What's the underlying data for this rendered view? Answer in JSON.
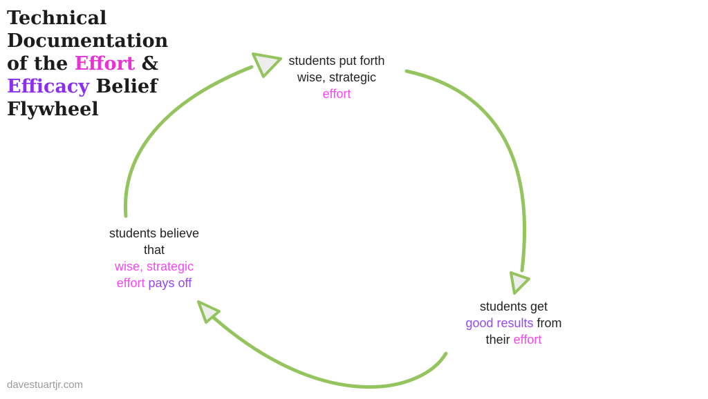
{
  "colors": {
    "green": "#94c45e",
    "arrowFill": "#ededed",
    "magentaTitle": "#e832d6",
    "purpleTitle": "#8a2ff0",
    "magentaNode": "#f449ef",
    "purpleNode": "#9448f3",
    "black": "#1c1c1c",
    "gray": "#9a9a9a"
  },
  "title": {
    "lines": [
      {
        "segments": [
          {
            "t": "Technical",
            "c": "black"
          }
        ]
      },
      {
        "segments": [
          {
            "t": "Documentation",
            "c": "black"
          }
        ]
      },
      {
        "segments": [
          {
            "t": "of the ",
            "c": "black"
          },
          {
            "t": "Effort",
            "c": "magenta"
          },
          {
            "t": " &",
            "c": "black"
          }
        ]
      },
      {
        "segments": [
          {
            "t": "Efficacy",
            "c": "purple"
          },
          {
            "t": " Belief",
            "c": "black"
          }
        ]
      },
      {
        "segments": [
          {
            "t": "Flywheel",
            "c": "black"
          }
        ]
      }
    ]
  },
  "nodes": {
    "top": {
      "lines": [
        {
          "segments": [
            {
              "t": "students put forth",
              "c": "black"
            }
          ]
        },
        {
          "segments": [
            {
              "t": "wise, strategic",
              "c": "black"
            }
          ]
        },
        {
          "segments": [
            {
              "t": "effort",
              "c": "magenta"
            }
          ]
        }
      ]
    },
    "right": {
      "lines": [
        {
          "segments": [
            {
              "t": "students get",
              "c": "black"
            }
          ]
        },
        {
          "segments": [
            {
              "t": "good results",
              "c": "purple"
            },
            {
              "t": " from",
              "c": "black"
            }
          ]
        },
        {
          "segments": [
            {
              "t": "their ",
              "c": "black"
            },
            {
              "t": "effort",
              "c": "magenta"
            }
          ]
        }
      ]
    },
    "left": {
      "lines": [
        {
          "segments": [
            {
              "t": "students believe",
              "c": "black"
            }
          ]
        },
        {
          "segments": [
            {
              "t": "that",
              "c": "black"
            }
          ]
        },
        {
          "segments": [
            {
              "t": "wise, strategic",
              "c": "magenta"
            }
          ]
        },
        {
          "segments": [
            {
              "t": "effort ",
              "c": "magenta"
            },
            {
              "t": "pays off",
              "c": "purple"
            }
          ]
        }
      ]
    }
  },
  "icons": {
    "arrowhead": "triangle-arrowhead",
    "arrows": [
      "curved-arrow-left-to-top",
      "curved-arrow-top-to-right",
      "curved-arrow-right-to-left"
    ]
  },
  "watermark": {
    "text": "davestuartjr.com"
  }
}
